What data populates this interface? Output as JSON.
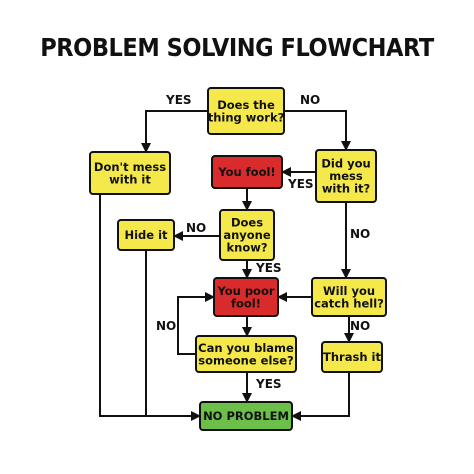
{
  "title": "PROBLEM SOLVING FLOWCHART",
  "colors": {
    "decision": "#f4e84a",
    "alarm": "#d92b2b",
    "success": "#6cc04a",
    "line": "#111111"
  },
  "nodes": {
    "does_it_work": {
      "lines": [
        "Does the",
        "thing work?"
      ],
      "kind": "decision"
    },
    "dont_mess": {
      "lines": [
        "Don't mess",
        "with it"
      ],
      "kind": "decision"
    },
    "you_fool": {
      "lines": [
        "You fool!"
      ],
      "kind": "alarm"
    },
    "did_you_mess": {
      "lines": [
        "Did you",
        "mess",
        "with it?"
      ],
      "kind": "decision"
    },
    "hide_it": {
      "lines": [
        "Hide it"
      ],
      "kind": "decision"
    },
    "anyone_know": {
      "lines": [
        "Does",
        "anyone",
        "know?"
      ],
      "kind": "decision"
    },
    "catch_hell": {
      "lines": [
        "Will you",
        "catch hell?"
      ],
      "kind": "decision"
    },
    "poor_fool": {
      "lines": [
        "You poor",
        "fool!"
      ],
      "kind": "alarm"
    },
    "blame": {
      "lines": [
        "Can you blame",
        "someone else?"
      ],
      "kind": "decision"
    },
    "thrash_it": {
      "lines": [
        "Thrash it"
      ],
      "kind": "decision"
    },
    "no_problem": {
      "lines": [
        "NO PROBLEM"
      ],
      "kind": "success"
    }
  },
  "edge_labels": {
    "works_yes": "YES",
    "works_no": "NO",
    "mess_yes": "YES",
    "mess_no": "NO",
    "know_no": "NO",
    "know_yes": "YES",
    "hell_no": "NO",
    "blame_no": "NO",
    "blame_yes": "YES"
  }
}
